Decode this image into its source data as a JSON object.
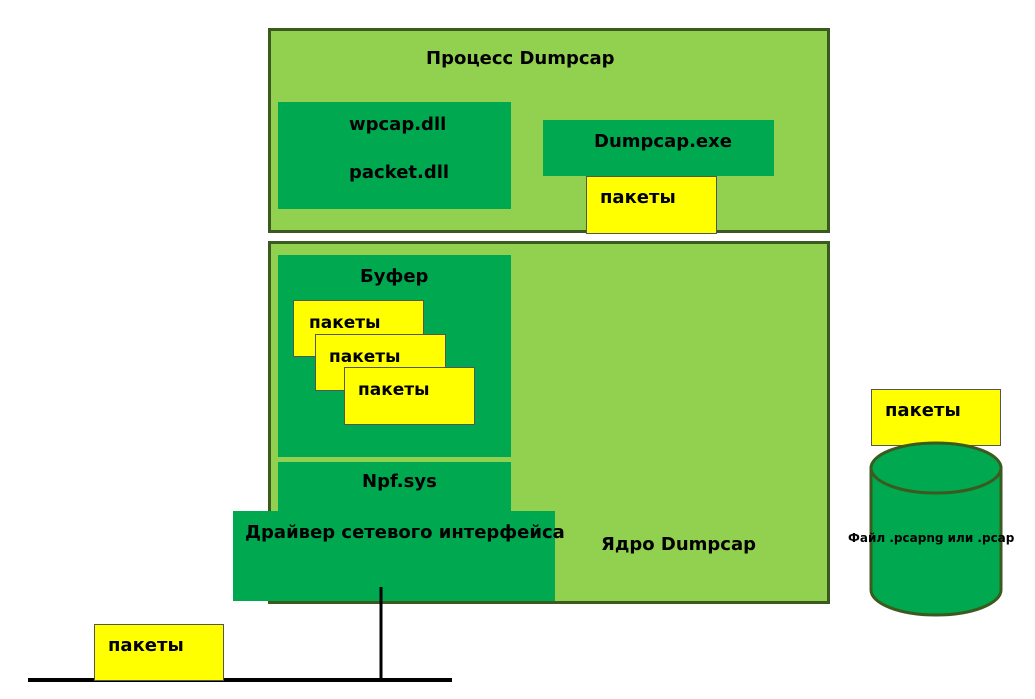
{
  "process": {
    "title": "Процесс Dumpcap",
    "wpcap": "wpcap.dll",
    "packet": "packet.dll",
    "exe": "Dumpcap.exe",
    "packets": "пакеты"
  },
  "kernel": {
    "title": "Ядро Dumpcap",
    "buffer_title": "Буфер",
    "buffer_packets": [
      "пакеты",
      "пакеты",
      "пакеты"
    ],
    "npf": "Npf.sys",
    "driver": "Драйвер сетевого интерфейса"
  },
  "file": {
    "packets": "пакеты",
    "label": "Файл .pcapng или .pcap"
  },
  "network": {
    "packets": "пакеты"
  },
  "colors": {
    "light_green": "#92d050",
    "dark_green": "#00a84f",
    "yellow": "#ffff00",
    "border": "#3a5a1f"
  }
}
